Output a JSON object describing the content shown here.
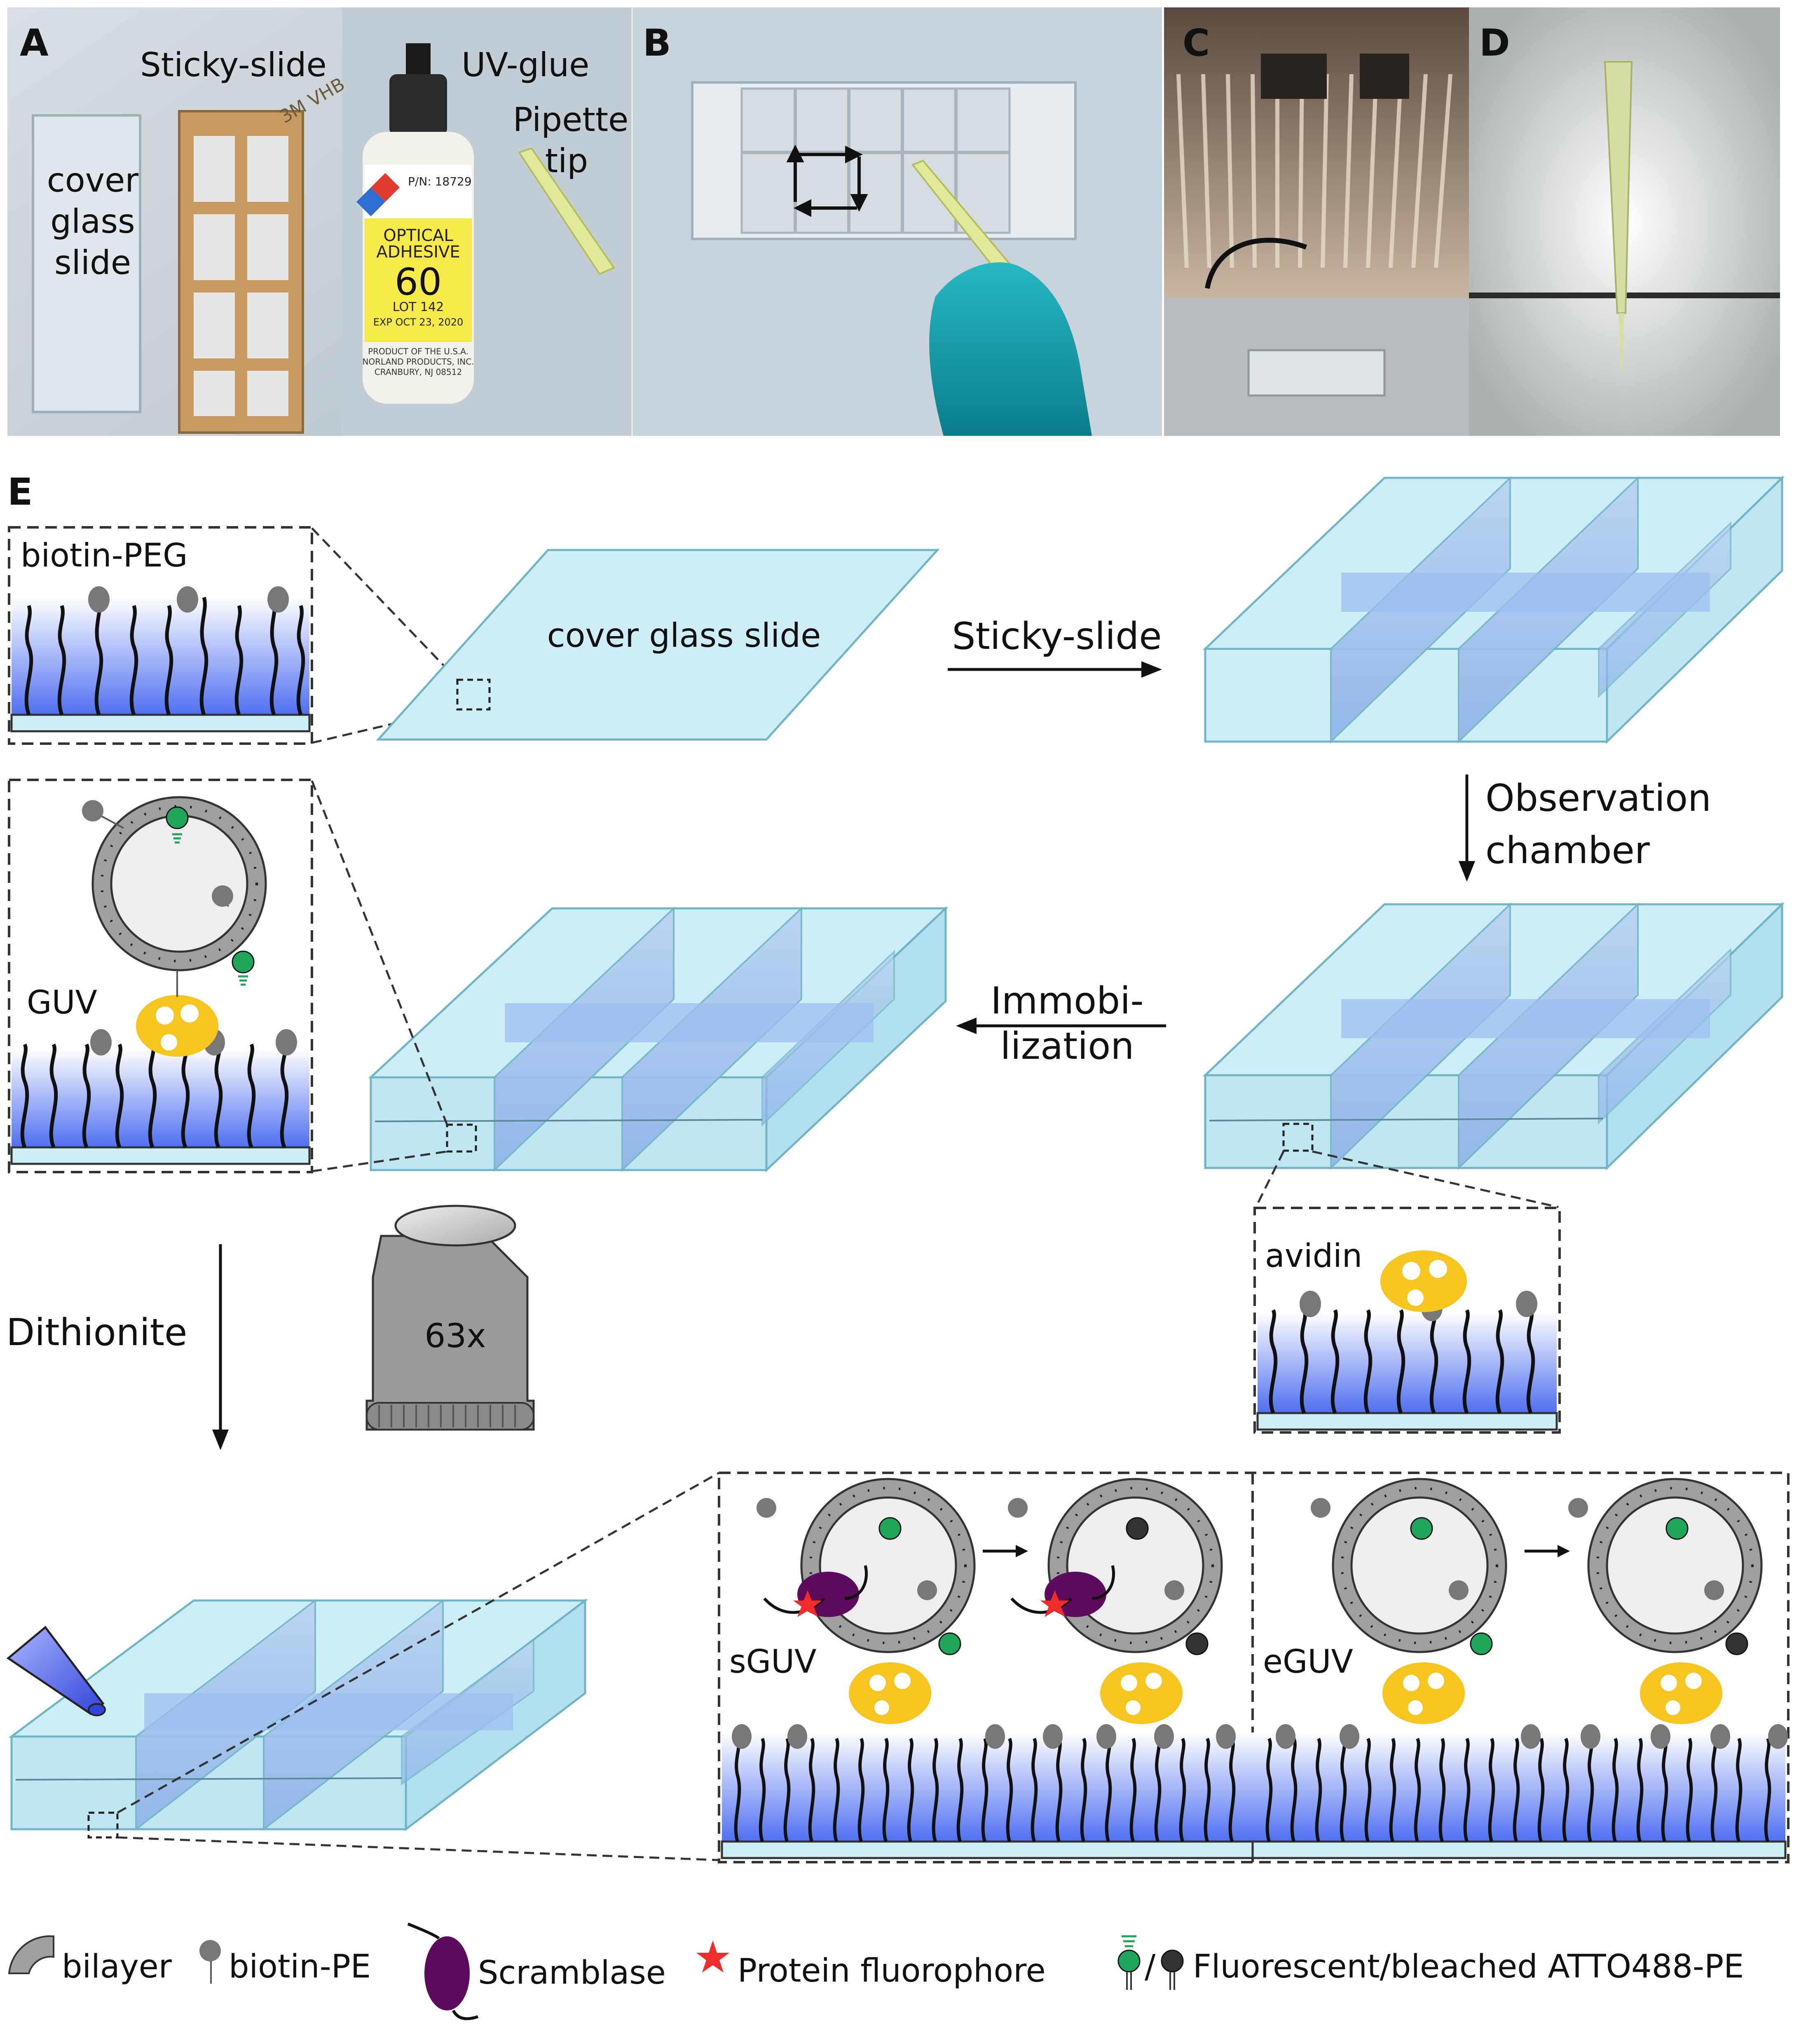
{
  "panel_letters": [
    "A",
    "B",
    "C",
    "D",
    "E"
  ],
  "panel_a": {
    "cover_glass_label": [
      "cover",
      "glass",
      "slide"
    ],
    "sticky_slide_label": "Sticky-slide",
    "uv_glue_label": "UV-glue",
    "pipette_tip_label": [
      "Pipette",
      "tip"
    ],
    "bottle_label": {
      "pn": "P/N: 18729",
      "optical": "OPTICAL",
      "adhesive": "ADHESIVE",
      "number": "60",
      "lot": "LOT 142",
      "exp": "EXP OCT 23, 2020",
      "product": "PRODUCT OF THE U.S.A.",
      "company": "NORLAND PRODUCTS, INC.",
      "city": "CRANBURY, NJ 08512"
    },
    "tape_text": "3M VHB"
  },
  "panel_e": {
    "biotin_peg_label": "biotin-PEG",
    "cover_glass_slide_label": "cover glass slide",
    "sticky_slide_step": "Sticky-slide",
    "observation_chamber_step": [
      "Observation",
      "chamber"
    ],
    "immobilization_step": [
      "Immobi-",
      "lization"
    ],
    "avidin_label": "avidin",
    "guv_label": "GUV",
    "dithionite_step": "Dithionite",
    "objective_label": "63x",
    "sguv_label": "sGUV",
    "eguv_label": "eGUV"
  },
  "legend": {
    "bilayer": "bilayer",
    "biotin_pe": "biotin-PE",
    "scramblase": "Scramblase",
    "protein_fluorophore": "Protein fluorophore",
    "atto": "Fluorescent/bleached ATTO488-PE",
    "slash": "/"
  },
  "colors": {
    "glass_fill": "#cdeef6",
    "glass_stroke": "#6fb5c6",
    "gradient_top": "#ffffff",
    "gradient_bottom": "#4f6ff0",
    "fluor_green": "#1fa65a",
    "bleached_dark": "#333333",
    "avidin_yellow": "#f7c520",
    "scramblase_purple": "#5c0a5c",
    "protein_star_red": "#ef2b2b",
    "objective_gray": "#9a9a9a"
  }
}
